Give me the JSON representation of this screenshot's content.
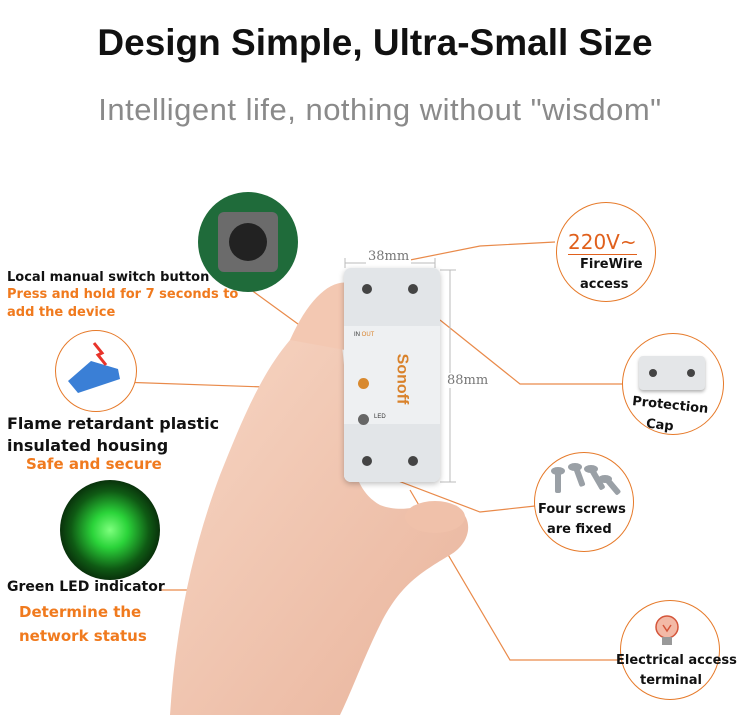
{
  "header": {
    "title": "Design Simple, Ultra-Small Size",
    "subtitle": "Intelligent life, nothing without \"wisdom\""
  },
  "callouts": {
    "switch_button": {
      "label": "Local manual switch button",
      "note_line1": "Press and hold for 7 seconds to",
      "note_line2": "add the device"
    },
    "housing": {
      "label_line1": "Flame retardant plastic",
      "label_line2": "insulated housing",
      "note": "Safe and secure"
    },
    "led": {
      "label": "Green LED indicator",
      "note_line1": "Determine the",
      "note_line2": "network status"
    },
    "firewire": {
      "voltage": "220V~",
      "label_line1": "FireWire",
      "label_line2": "access"
    },
    "protection_cap": {
      "label_line1": "Protection",
      "label_line2": "Cap"
    },
    "screws": {
      "label_line1": "Four screws",
      "label_line2": "are fixed"
    },
    "terminal": {
      "label_line1": "Electrical access",
      "label_line2": "terminal"
    }
  },
  "dimensions": {
    "width": "38mm",
    "height": "88mm"
  },
  "device": {
    "brand": "Sonoff",
    "in_label": "IN",
    "out_label": "OUT",
    "led_label": "LED"
  },
  "colors": {
    "accent": "#f07a1e",
    "text": "#111111",
    "subtitle": "#8a8a8a",
    "led_green": "#2bd43a"
  }
}
